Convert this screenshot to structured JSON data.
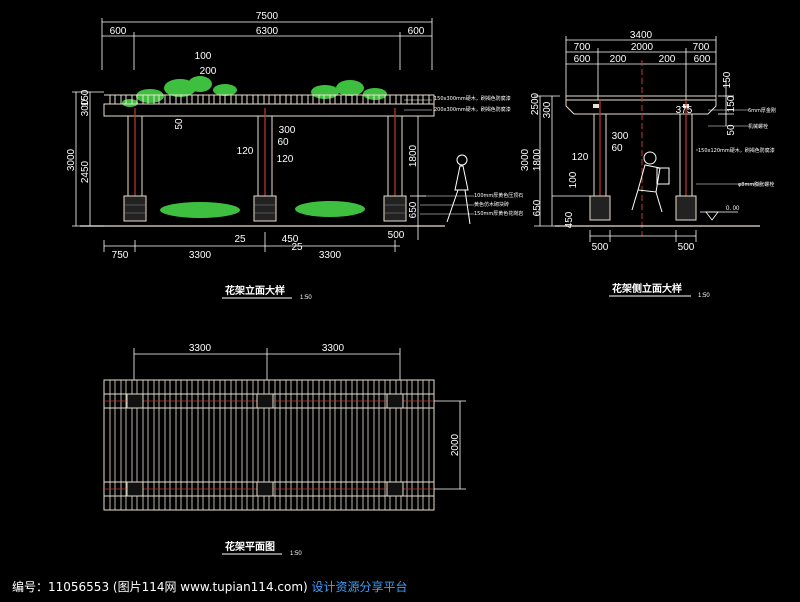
{
  "colors": {
    "background": "#000000",
    "line": "#ffffff",
    "beam": "#e8e0d0",
    "column": "#c0392b",
    "foliage": "#3fbf3f",
    "footer_highlight": "#3aa0ff"
  },
  "front_elevation": {
    "title": "花架立面大样",
    "scale": "1:50",
    "top_dims": {
      "total": "7500",
      "left": "600",
      "mid": "6300",
      "right": "600"
    },
    "top_detail": [
      "100",
      "200"
    ],
    "left_dims": {
      "a": "300",
      "b": "150",
      "c": "3000",
      "d": "2450"
    },
    "mid_label": "50",
    "column_dims": [
      "300",
      "60",
      "120",
      "120"
    ],
    "right_dims": {
      "a": "1800",
      "b": "650",
      "c": "500"
    },
    "bottom_dims": {
      "a": "750",
      "b": "3300",
      "c": "3300",
      "d": "25",
      "e": "450",
      "f": "25"
    },
    "notes": [
      "150x300mm硬木，刷褐色防腐漆",
      "200x300mm硬木，刷褐色防腐漆",
      "100mm厚黄色压顶石",
      "黄色仿木砌块砖",
      "150mm厚黄色花岗岩"
    ]
  },
  "side_elevation": {
    "title": "花架侧立面大样",
    "scale": "1:50",
    "top_dims": {
      "total": "3400",
      "a": "700",
      "b": "2000",
      "c": "700",
      "d": "600",
      "e": "200",
      "f": "200",
      "g": "600"
    },
    "right_dims": {
      "a": "150",
      "b": "375",
      "c": "150",
      "d": "50"
    },
    "left_dims": {
      "a": "300",
      "b": "2500",
      "c": "3000",
      "d": "1800",
      "e": "650",
      "f": "450",
      "g": "100"
    },
    "column_dims": [
      "300",
      "60",
      "120",
      "100"
    ],
    "bottom_dims": {
      "a": "500",
      "b": "500"
    },
    "level": "0. 00",
    "notes": [
      "6mm厚金刚",
      "机械螺栓",
      "150x120mm硬木，刷褐色防腐漆",
      "φ8mm膨胀螺栓"
    ]
  },
  "plan": {
    "title": "花架平面图",
    "scale": "1:50",
    "top_dims": [
      "3300",
      "3300"
    ],
    "right_dim": "2000"
  },
  "footer": {
    "id_text": "编号：11056553 (图片114网 www.tupian114.com)",
    "platform_text": "设计资源分享平台"
  }
}
